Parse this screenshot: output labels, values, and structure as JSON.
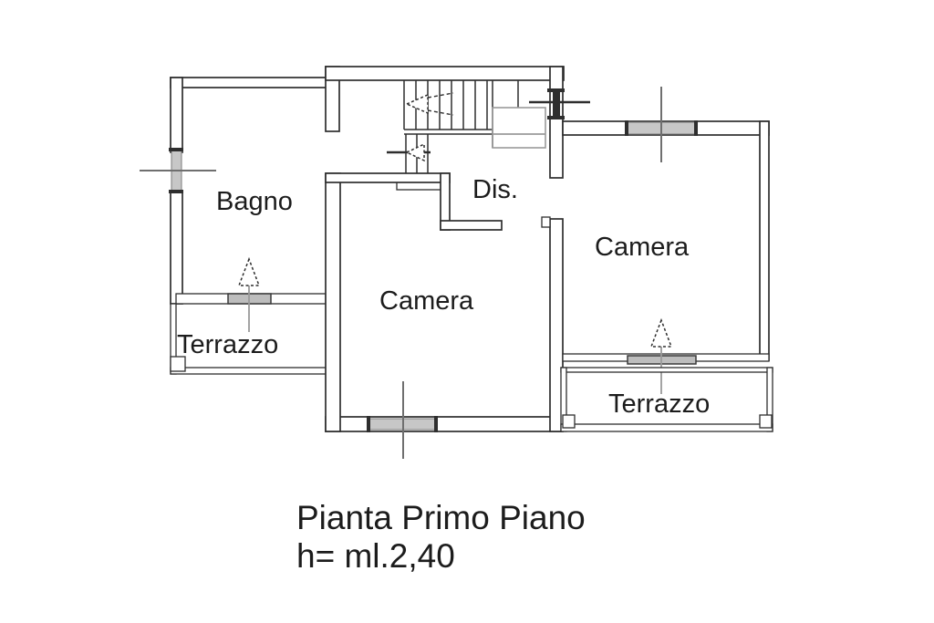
{
  "drawing": {
    "title_line1": "Pianta Primo Piano",
    "title_line2": "h= ml.2,40",
    "labels": {
      "bagno": "Bagno",
      "dis": "Dis.",
      "camera_middle": "Camera",
      "camera_right": "Camera",
      "terrazzo_left": "Terrazzo",
      "terrazzo_right": "Terrazzo"
    },
    "colors": {
      "background": "#ffffff",
      "wall_line": "#2e2e2e",
      "light_line": "#9a9a9a",
      "window_fill": "#c7c7c7",
      "text": "#1c1c1c"
    }
  }
}
